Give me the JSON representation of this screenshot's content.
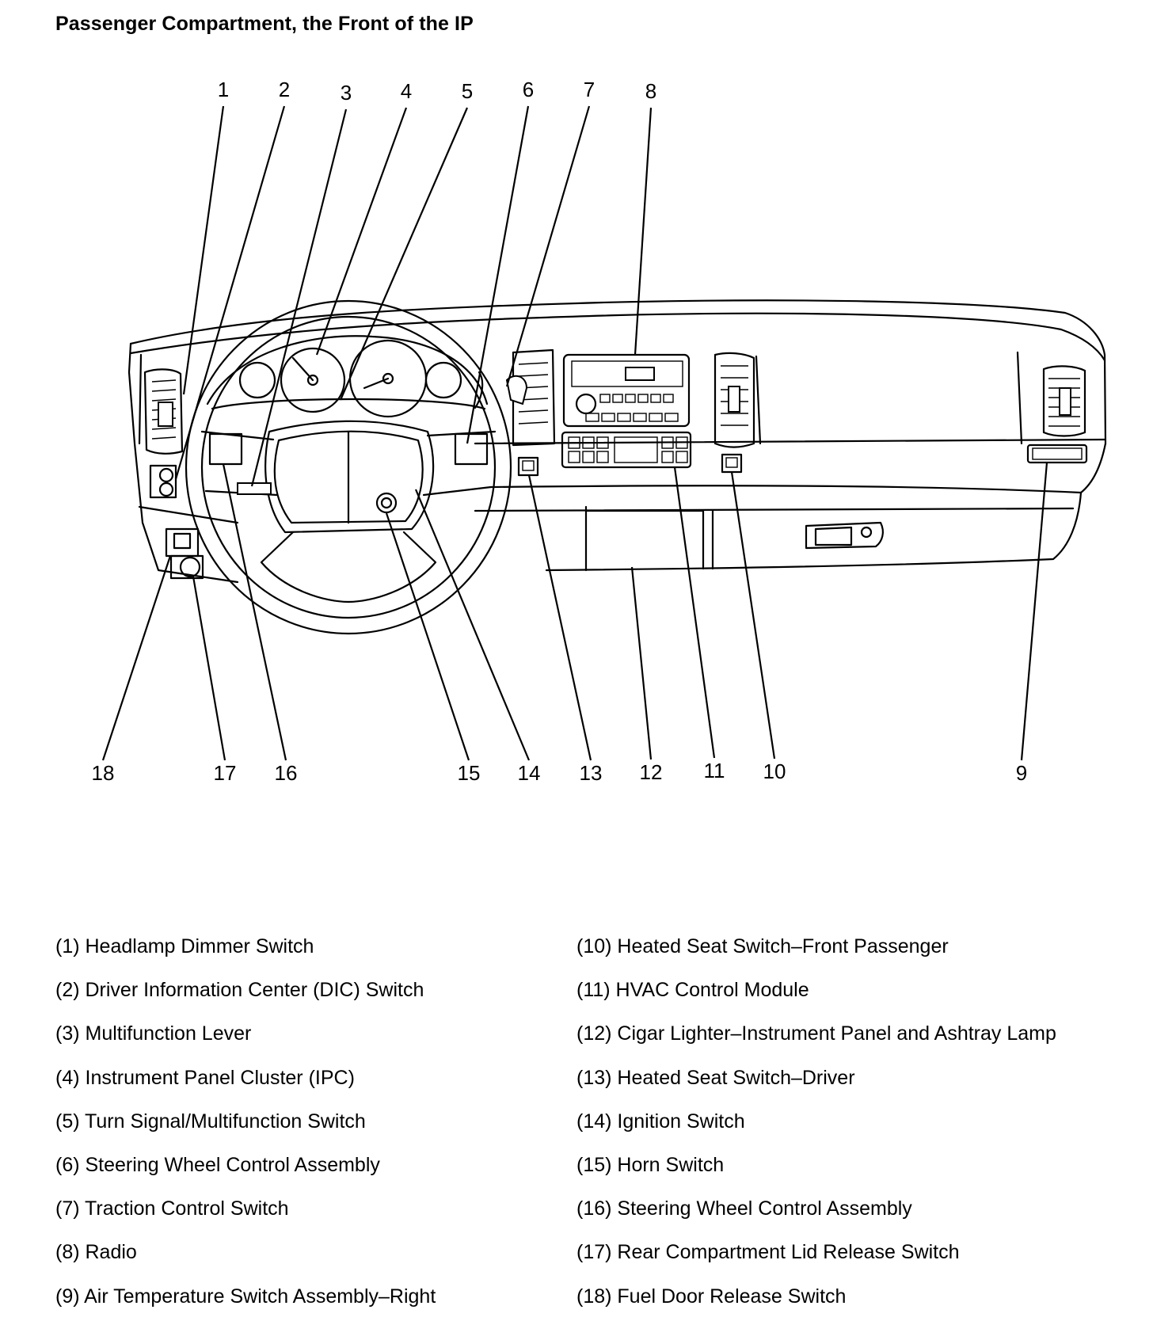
{
  "title": "Passenger Compartment, the Front of the IP",
  "callouts": [
    {
      "num": "1",
      "label": "Headlamp Dimmer Switch"
    },
    {
      "num": "2",
      "label": "Driver Information Center (DIC) Switch"
    },
    {
      "num": "3",
      "label": "Multifunction Lever"
    },
    {
      "num": "4",
      "label": "Instrument Panel Cluster (IPC)"
    },
    {
      "num": "5",
      "label": "Turn Signal/Multifunction Switch"
    },
    {
      "num": "6",
      "label": "Steering Wheel Control Assembly"
    },
    {
      "num": "7",
      "label": "Traction Control Switch"
    },
    {
      "num": "8",
      "label": "Radio"
    },
    {
      "num": "9",
      "label": "Air Temperature Switch Assembly–Right"
    },
    {
      "num": "10",
      "label": "Heated Seat Switch–Front Passenger"
    },
    {
      "num": "11",
      "label": "HVAC Control Module"
    },
    {
      "num": "12",
      "label": "Cigar Lighter–Instrument Panel and Ashtray Lamp"
    },
    {
      "num": "13",
      "label": "Heated Seat Switch–Driver"
    },
    {
      "num": "14",
      "label": "Ignition Switch"
    },
    {
      "num": "15",
      "label": "Horn Switch"
    },
    {
      "num": "16",
      "label": "Steering Wheel Control Assembly"
    },
    {
      "num": "17",
      "label": "Rear Compartment Lid Release Switch"
    },
    {
      "num": "18",
      "label": "Fuel Door Release Switch"
    }
  ],
  "legend_left": [
    "(1) Headlamp Dimmer Switch",
    "(2) Driver Information Center (DIC) Switch",
    "(3) Multifunction Lever",
    "(4) Instrument Panel Cluster (IPC)",
    "(5) Turn Signal/Multifunction Switch",
    "(6) Steering Wheel Control Assembly",
    "(7) Traction Control Switch",
    "(8) Radio",
    "(9) Air Temperature Switch Assembly–Right"
  ],
  "legend_right": [
    "(10) Heated Seat Switch–Front Passenger",
    "(11) HVAC Control Module",
    "(12) Cigar Lighter–Instrument Panel and Ashtray Lamp",
    "(13) Heated Seat Switch–Driver",
    "(14) Ignition Switch",
    "(15) Horn Switch",
    "(16) Steering Wheel Control Assembly",
    "(17) Rear Compartment Lid Release Switch",
    "(18) Fuel Door Release Switch"
  ]
}
